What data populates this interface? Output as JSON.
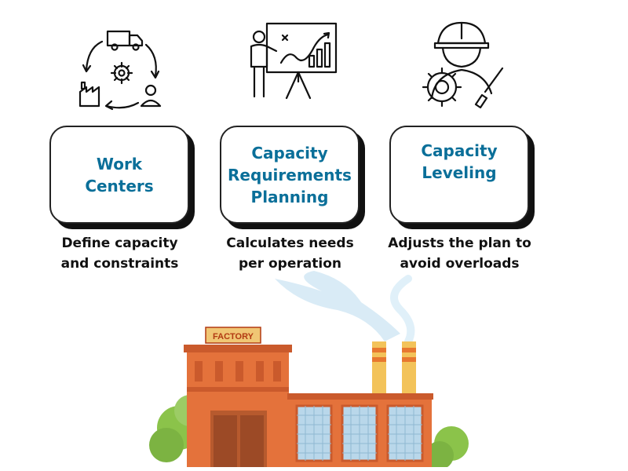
{
  "colors": {
    "title": "#0a6f99",
    "text": "#111111",
    "factory_brick": "#e4723b",
    "factory_roof": "#ca5a2c",
    "factory_sign": "#f0c674",
    "factory_sign_text": "#b23a12",
    "chimney_yellow": "#f3c35a",
    "chimney_orange": "#e8782f",
    "window_blue": "#b9d7ea",
    "bush_green": "#8bc34a",
    "smoke": "#cfe6f4"
  },
  "steps": [
    {
      "icon": "supply-cycle-icon",
      "title_lines": [
        "Work",
        "Centers"
      ],
      "desc_lines": [
        "Define capacity",
        "and constraints"
      ]
    },
    {
      "icon": "presenter-chart-icon",
      "title_lines": [
        "Capacity",
        "Requirements",
        "Planning"
      ],
      "desc_lines": [
        "Calculates needs",
        "per operation"
      ]
    },
    {
      "icon": "engineer-gear-icon",
      "title_lines": [
        "Capacity",
        "Leveling"
      ],
      "desc_lines": [
        "Adjusts the plan to",
        "avoid overloads"
      ]
    }
  ],
  "factory": {
    "sign_text": "FACTORY",
    "icon": "factory-illustration"
  }
}
